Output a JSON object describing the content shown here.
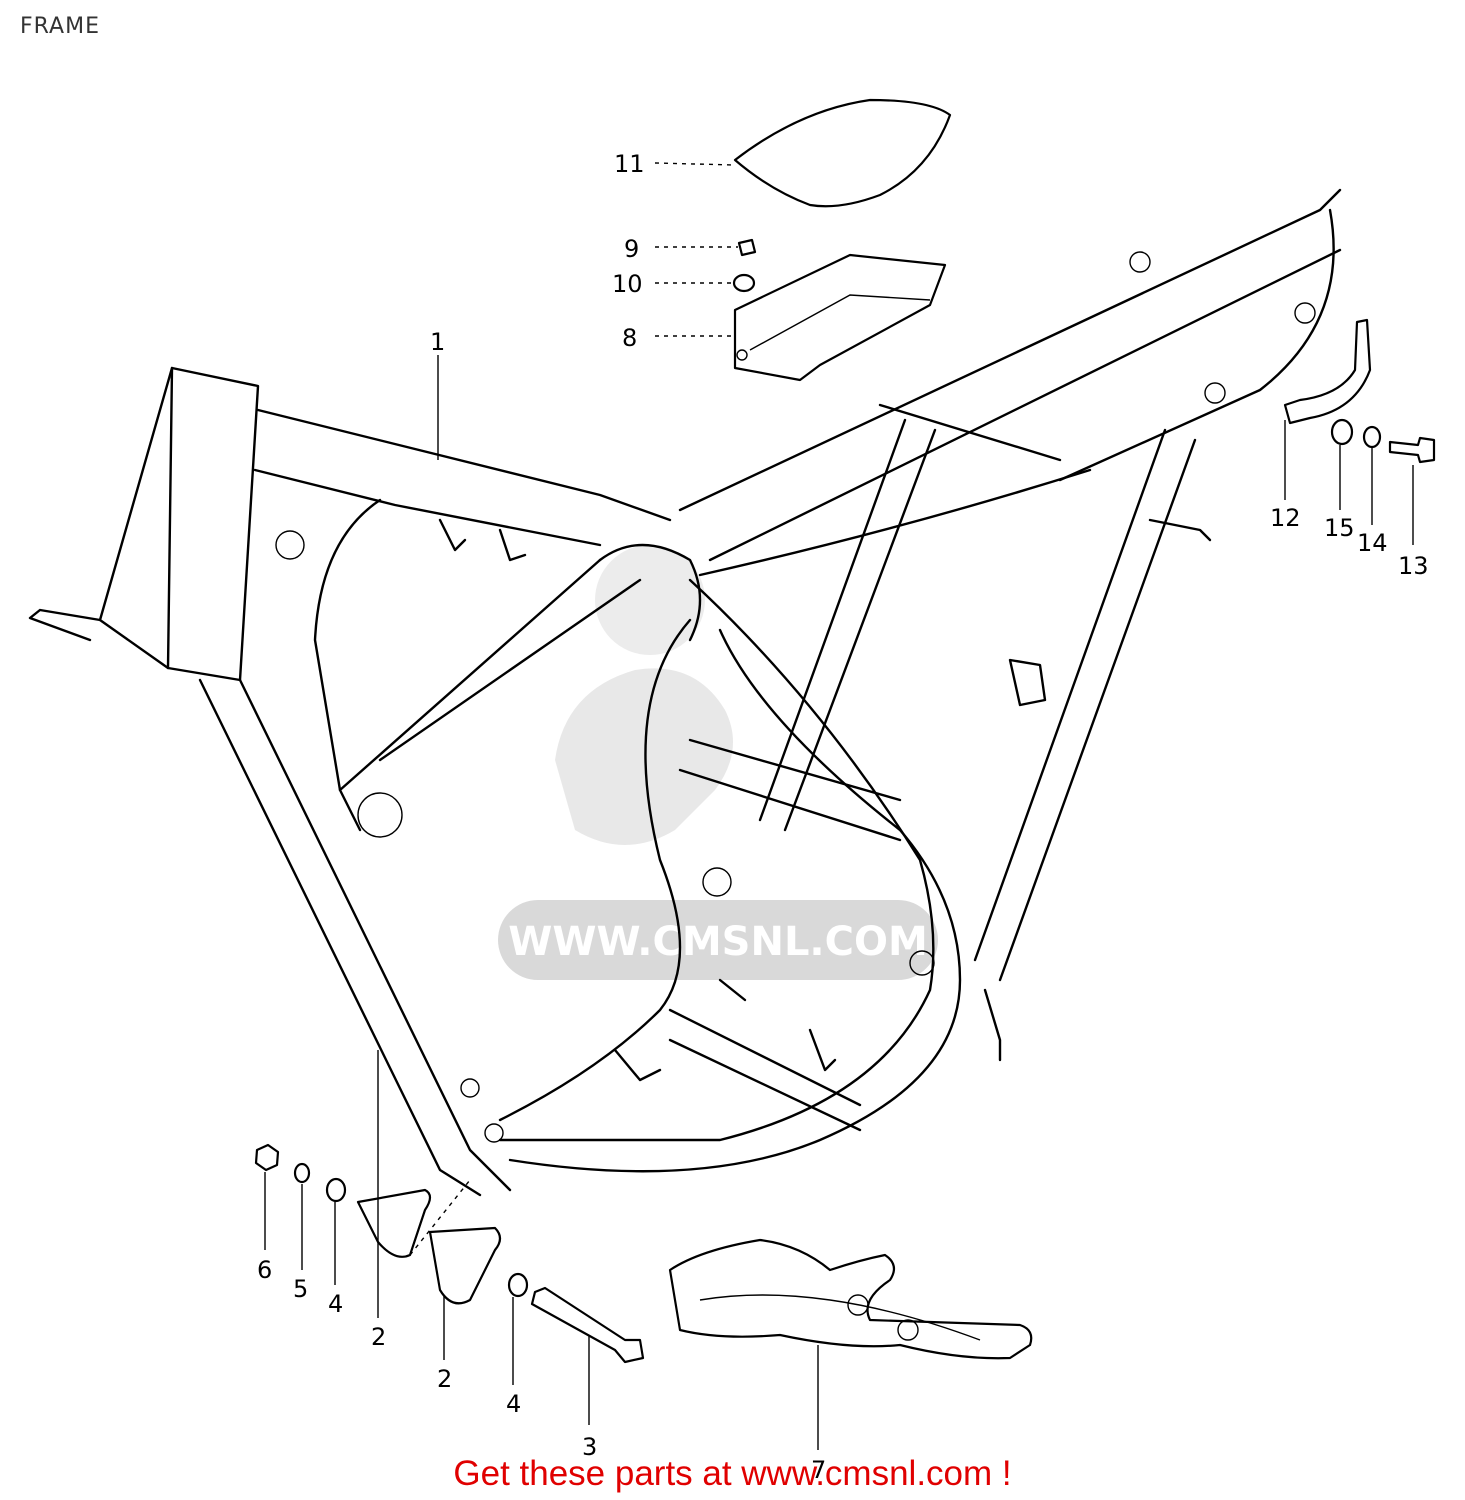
{
  "title": "FRAME",
  "footer": {
    "link_text": "Get these parts at www.cmsnl.com !",
    "color": "#e00000"
  },
  "watermark": {
    "logo_name": "cms-logo-watermark",
    "text": "WWW.CMSNL.COM"
  },
  "callouts": [
    {
      "id": "1",
      "label": "1"
    },
    {
      "id": "2a",
      "label": "2"
    },
    {
      "id": "2b",
      "label": "2"
    },
    {
      "id": "3",
      "label": "3"
    },
    {
      "id": "4a",
      "label": "4"
    },
    {
      "id": "4b",
      "label": "4"
    },
    {
      "id": "5",
      "label": "5"
    },
    {
      "id": "6",
      "label": "6"
    },
    {
      "id": "7",
      "label": "7"
    },
    {
      "id": "8",
      "label": "8"
    },
    {
      "id": "9",
      "label": "9"
    },
    {
      "id": "10",
      "label": "10"
    },
    {
      "id": "11",
      "label": "11"
    },
    {
      "id": "12",
      "label": "12"
    },
    {
      "id": "13",
      "label": "13"
    },
    {
      "id": "14",
      "label": "14"
    },
    {
      "id": "15",
      "label": "15"
    }
  ]
}
